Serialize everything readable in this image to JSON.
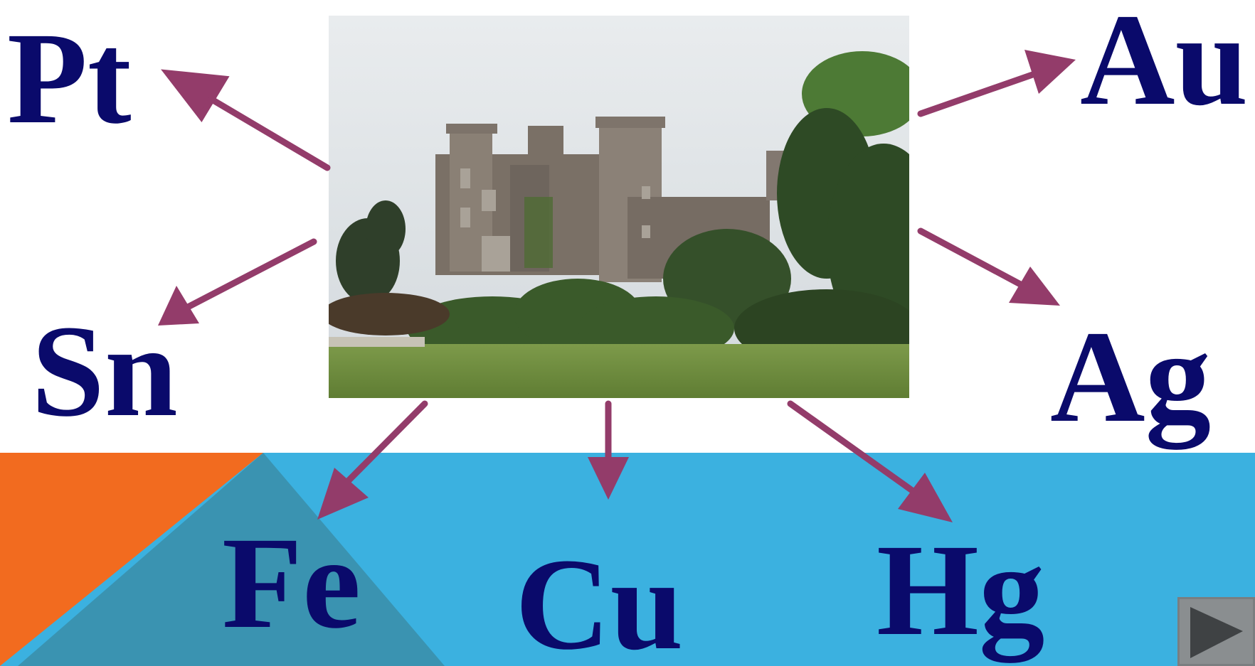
{
  "slide": {
    "background_color": "#ffffff",
    "band_color": "#3bb1e0",
    "triangle_orange": "#f26b1f",
    "triangle_teal": "#3a93b1",
    "text_color": "#0a0a6b",
    "arrow_color": "#933c6a"
  },
  "symbols": {
    "pt": "Pt",
    "au": "Au",
    "sn": "Sn",
    "ag": "Ag",
    "fe": "Fe",
    "cu": "Cu",
    "hg": "Hg"
  },
  "photo": {
    "subject": "castle-photo"
  },
  "navigation": {
    "next_icon": "play-triangle-icon",
    "button_color": "#7a7e80",
    "icon_color": "#3f4244"
  }
}
